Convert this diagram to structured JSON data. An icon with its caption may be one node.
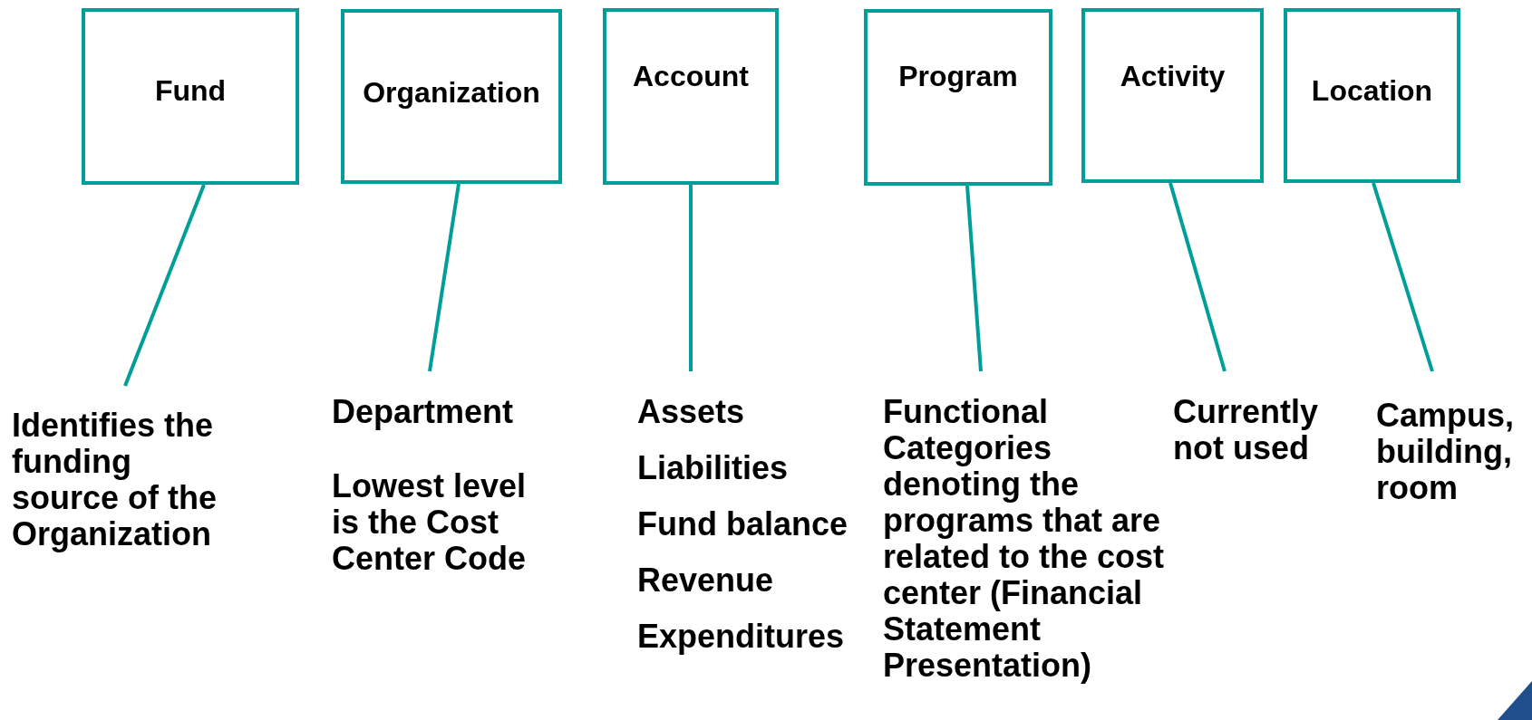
{
  "diagram": {
    "nodes": [
      {
        "text": [
          "Fund"
        ]
      },
      {
        "text": [
          "Organization"
        ]
      },
      {
        "text": [
          "Account"
        ]
      },
      {
        "text": [
          "Program"
        ]
      },
      {
        "text": [
          "Activity"
        ]
      },
      {
        "text": [
          "Location"
        ]
      },
      {
        "text": [
          "Identifies the funding source of the Organization"
        ]
      },
      {
        "text": [
          "Department",
          "Lowest level is the Cost Center Code"
        ]
      },
      {
        "text": [
          "Assets",
          "Liabilities",
          "Fund balance",
          "Revenue",
          "Expenditures"
        ]
      },
      {
        "text": [
          "Functional Categories denoting the programs that are related to the cost center (Financial Statement Presentation)"
        ]
      },
      {
        "text": [
          "Currently not used"
        ]
      },
      {
        "text": [
          "Campus, building, room"
        ]
      }
    ],
    "edges": [
      {
        "from": 0,
        "to": 6,
        "arrow": "none"
      },
      {
        "from": 1,
        "to": 7,
        "arrow": "none"
      },
      {
        "from": 2,
        "to": 8,
        "arrow": "none"
      },
      {
        "from": 3,
        "to": 9,
        "arrow": "none"
      },
      {
        "from": 4,
        "to": 10,
        "arrow": "none"
      },
      {
        "from": 5,
        "to": 11,
        "arrow": "none"
      }
    ]
  }
}
